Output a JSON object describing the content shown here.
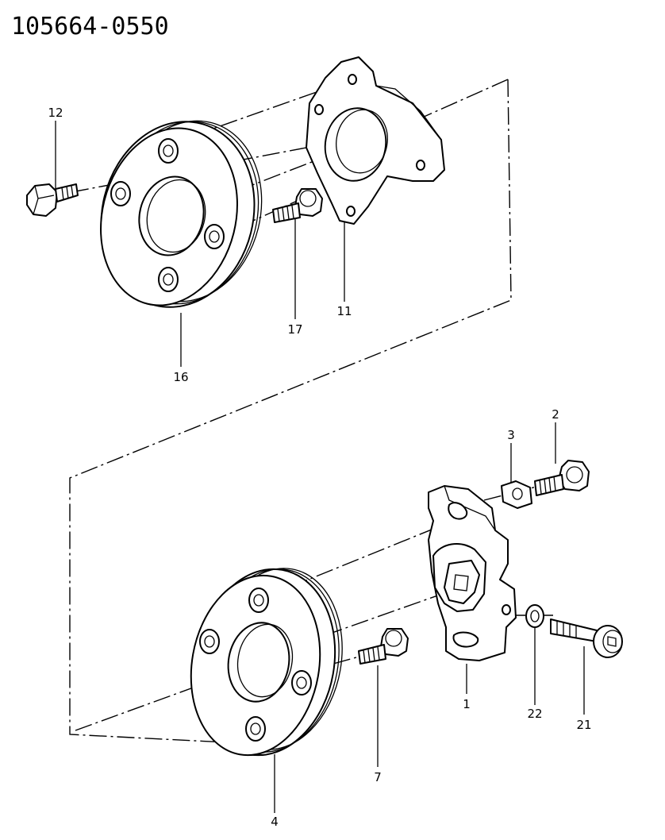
{
  "drawing": {
    "part_number": "105664-0550"
  },
  "callouts": {
    "c12": "12",
    "c16": "16",
    "c17": "17",
    "c11": "11",
    "c2": "2",
    "c3": "3",
    "c1": "1",
    "c22": "22",
    "c21": "21",
    "c7": "7",
    "c4": "4"
  }
}
